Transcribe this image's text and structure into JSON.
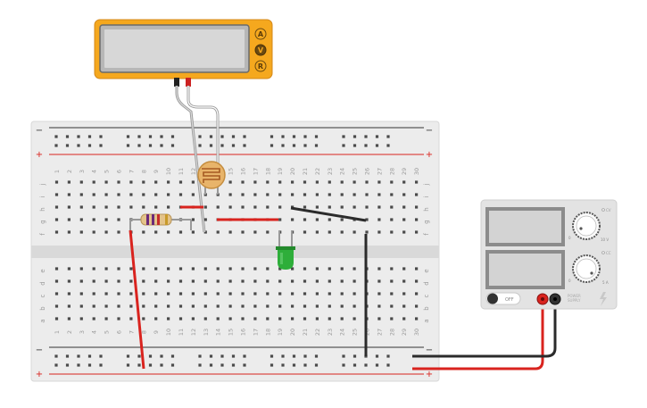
{
  "multimeter": {
    "buttons": [
      "A",
      "V",
      "R"
    ],
    "display": ""
  },
  "breadboard": {
    "columns": [
      "1",
      "2",
      "3",
      "4",
      "5",
      "6",
      "7",
      "8",
      "9",
      "10",
      "11",
      "12",
      "13",
      "14",
      "15",
      "16",
      "17",
      "18",
      "19",
      "20",
      "21",
      "22",
      "23",
      "24",
      "25",
      "26",
      "27",
      "28",
      "29",
      "30"
    ],
    "rows_top": [
      "j",
      "i",
      "h",
      "g",
      "f"
    ],
    "rows_bottom": [
      "e",
      "d",
      "c",
      "b",
      "a"
    ],
    "rail_plus": "+",
    "rail_minus": "−"
  },
  "power_supply": {
    "voltage_knob_label": "10 V",
    "current_knob_label": "5 A",
    "voltage_indicator": "CV",
    "current_indicator": "CC",
    "off_label": "OFF",
    "brand_line1": "POWER",
    "brand_line2": "SUPPLY"
  },
  "colors": {
    "multimeter_body": "#f5a81e",
    "wire_red": "#d9231e",
    "wire_black": "#2b2b2b",
    "led_green": "#2eae3a",
    "board": "#ececec",
    "rail_red": "#d9231e"
  }
}
